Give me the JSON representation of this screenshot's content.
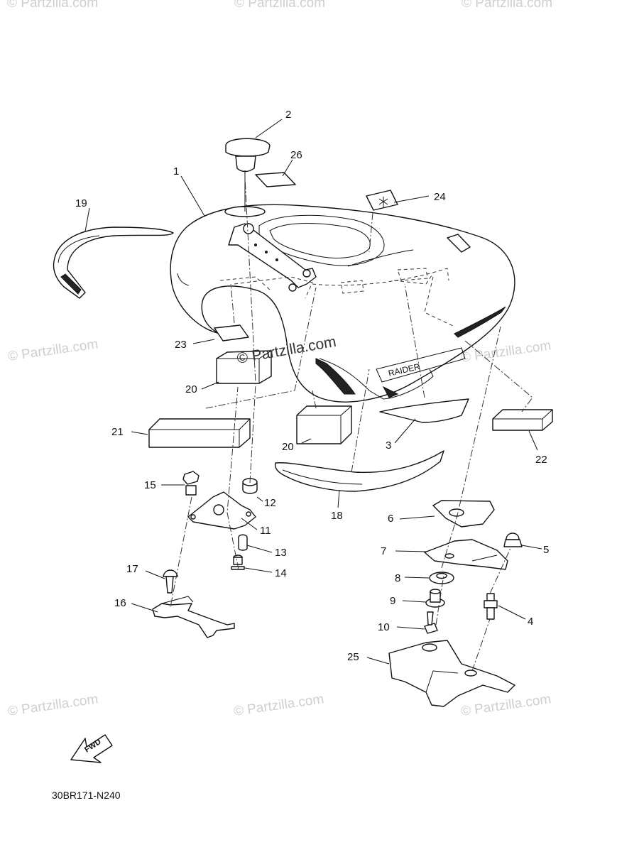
{
  "watermarks": {
    "brand": "© Partzilla.com",
    "center": "© Partzilla.com"
  },
  "diagram": {
    "code": "30BR171-N240",
    "fwd_label": "FWD",
    "decal_text": "RAIDER",
    "callouts": [
      "1",
      "2",
      "3",
      "4",
      "5",
      "6",
      "7",
      "8",
      "9",
      "10",
      "11",
      "12",
      "13",
      "14",
      "15",
      "16",
      "17",
      "18",
      "19",
      "20",
      "20",
      "21",
      "22",
      "23",
      "24",
      "25",
      "26"
    ]
  }
}
